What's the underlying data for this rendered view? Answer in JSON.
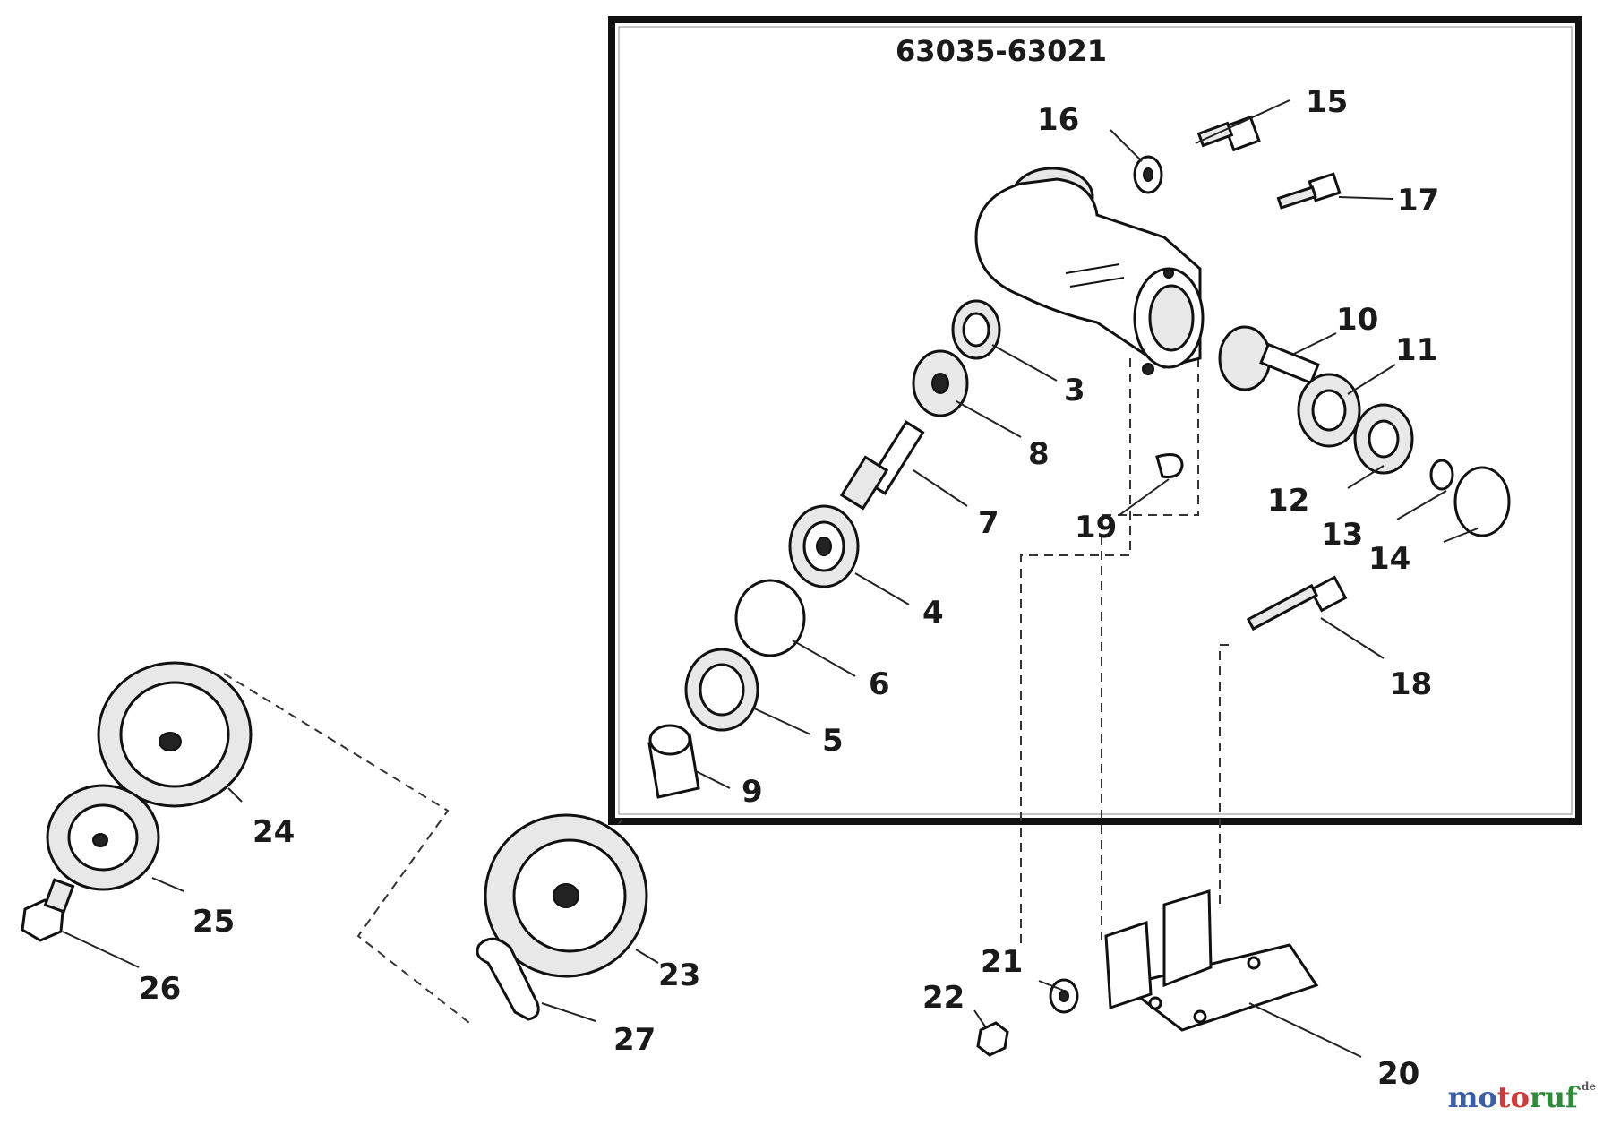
{
  "diagram": {
    "box_title": "63035-63021",
    "callouts": [
      "3",
      "4",
      "5",
      "6",
      "7",
      "8",
      "9",
      "10",
      "11",
      "12",
      "13",
      "14",
      "15",
      "16",
      "17",
      "18",
      "19",
      "20",
      "21",
      "22",
      "23",
      "24",
      "25",
      "26",
      "27"
    ]
  },
  "watermark": {
    "p1": "mo",
    "p2": "to",
    "p3": "ruf",
    "tld": ".de"
  }
}
